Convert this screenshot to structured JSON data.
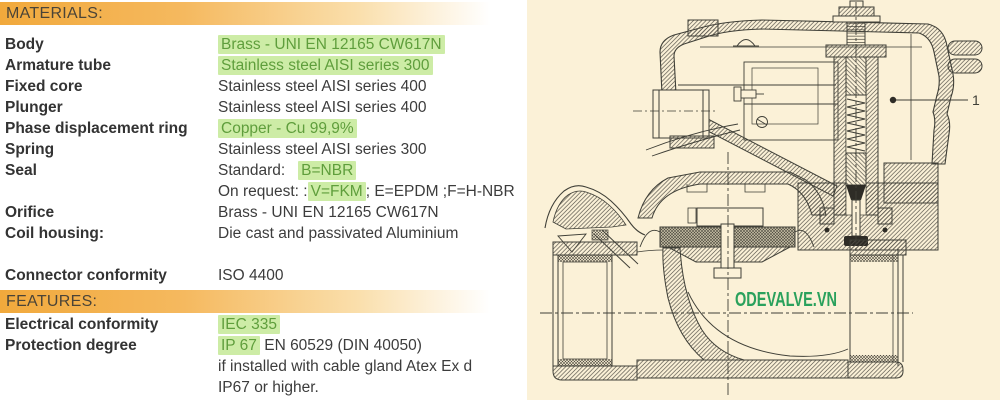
{
  "materials": {
    "header": "MATERIALS:",
    "rows": [
      {
        "label": "Body",
        "segments": [
          {
            "text": "Brass - UNI EN 12165 CW617N",
            "highlight": true
          }
        ]
      },
      {
        "label": "Armature tube",
        "segments": [
          {
            "text": "Stainless steel AISI series 300",
            "highlight": true
          }
        ]
      },
      {
        "label": "Fixed core",
        "segments": [
          {
            "text": "Stainless steel AISI series 400",
            "highlight": false
          }
        ]
      },
      {
        "label": "Plunger",
        "segments": [
          {
            "text": "Stainless steel AISI series 400",
            "highlight": false
          }
        ]
      },
      {
        "label": "Phase displacement ring",
        "segments": [
          {
            "text": "Copper - Cu 99,9%",
            "highlight": true
          }
        ]
      },
      {
        "label": "Spring",
        "segments": [
          {
            "text": "Stainless steel AISI series 300",
            "highlight": false
          }
        ]
      },
      {
        "label": "Seal",
        "segments": [
          {
            "text": "Standard:   ",
            "highlight": false
          },
          {
            "text": "B=NBR",
            "highlight": true
          }
        ]
      },
      {
        "label": "",
        "segments": [
          {
            "text": "On request: :",
            "highlight": false
          },
          {
            "text": "V=FKM",
            "highlight": true
          },
          {
            "text": "; E=EPDM ;F=H-NBR",
            "highlight": false
          }
        ]
      },
      {
        "label": "Orifice",
        "segments": [
          {
            "text": "Brass - UNI EN 12165 CW617N",
            "highlight": false
          }
        ]
      },
      {
        "label": "Coil housing:",
        "segments": [
          {
            "text": "Die cast and passivated Aluminium",
            "highlight": false
          }
        ]
      },
      {
        "label": "",
        "segments": [],
        "spacer": true
      },
      {
        "label": "Connector conformity",
        "segments": [
          {
            "text": "ISO 4400",
            "highlight": false
          }
        ]
      }
    ]
  },
  "features": {
    "header": "FEATURES:",
    "rows": [
      {
        "label": "Electrical conformity",
        "segments": [
          {
            "text": "IEC 335",
            "highlight": true
          }
        ]
      },
      {
        "label": "Protection degree",
        "segments": [
          {
            "text": "IP 67",
            "highlight": true
          },
          {
            "text": " EN 60529 (DIN 40050)",
            "highlight": false
          }
        ]
      },
      {
        "label": "",
        "segments": [
          {
            "text": "if installed with cable gland Atex Ex d",
            "highlight": false
          }
        ]
      },
      {
        "label": "",
        "segments": [
          {
            "text": "IP67 or higher.",
            "highlight": false
          }
        ]
      }
    ]
  },
  "drawing": {
    "watermark": "ODEVALVE.VN",
    "watermark_color": "#2AA15C",
    "callout": "1",
    "background": "#FBF1D7"
  },
  "colors": {
    "header_orange": "#F1A93C",
    "highlight_green_bg": "#CDECA6",
    "highlight_green_text": "#5F9E3C",
    "text_dark": "#333333",
    "line_color": "#3F3F37"
  }
}
